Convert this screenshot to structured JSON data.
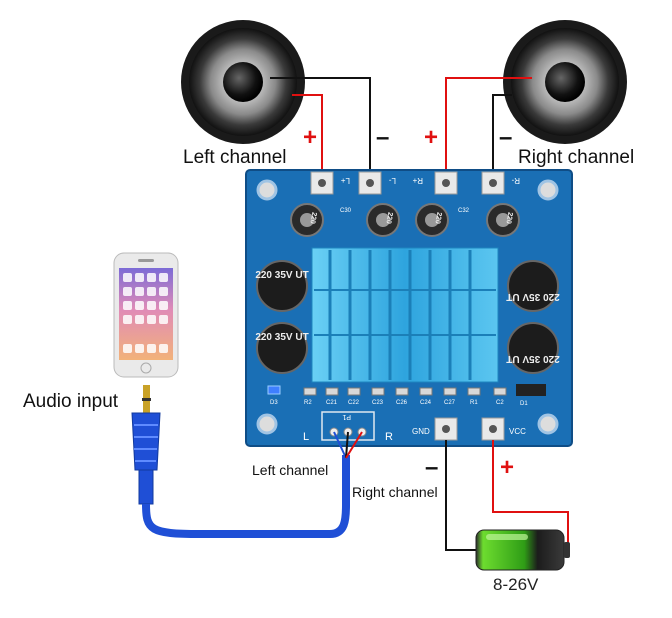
{
  "labels": {
    "left_channel_top": "Left channel",
    "right_channel_top": "Right channel",
    "audio_input": "Audio input",
    "left_channel_bottom": "Left channel",
    "right_channel_bottom": "Right channel",
    "voltage": "8-26V"
  },
  "signs": {
    "left_plus": "+",
    "left_minus": "–",
    "right_plus": "+",
    "right_minus": "–",
    "gnd_minus": "–",
    "vcc_plus": "+"
  },
  "board": {
    "terminal_L_plus": "L+",
    "terminal_L_minus": "L-",
    "terminal_R_plus": "R+",
    "terminal_R_minus": "R-",
    "cap_label_1": "220 35V UT",
    "cap_label_2": "220 35V UT",
    "cap_label_3": "220 35V UT",
    "cap_label_4": "220 35V UT",
    "small_cap_1": "220",
    "small_cap_2": "220",
    "small_cap_3": "220",
    "small_cap_4": "220",
    "gnd": "GND",
    "vcc": "VCC",
    "L": "L",
    "R": "R",
    "input_silk": "P1",
    "c30": "C30",
    "c32": "C32",
    "d3": "D3",
    "d1": "D1",
    "row": [
      "R2",
      "C21",
      "C22",
      "C23",
      "C26",
      "C24",
      "C27",
      "R1",
      "C2"
    ]
  },
  "colors": {
    "board": "#1a6fb5",
    "heatsink": "#3fb7ea",
    "wire_red": "#e01010",
    "wire_black": "#111111",
    "cable": "#1f4fd6"
  }
}
